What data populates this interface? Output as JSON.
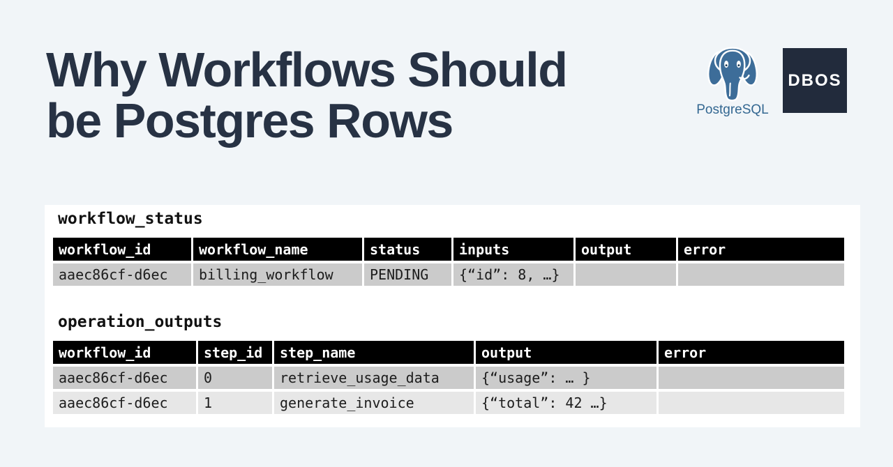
{
  "title": {
    "line1": "Why Workflows Should",
    "line2": "be Postgres Rows"
  },
  "logos": {
    "postgresql": {
      "label": "PostgreSQL",
      "icon": "postgresql-elephant-icon"
    },
    "dbos": {
      "label": "DBOS"
    }
  },
  "tables": [
    {
      "title": "workflow_status",
      "columns": [
        "workflow_id",
        "workflow_name",
        "status",
        "inputs",
        "output",
        "error"
      ],
      "rows": [
        [
          "aaec86cf-d6ec",
          "billing_workflow",
          "PENDING",
          "{“id”: 8, …}",
          "",
          ""
        ]
      ]
    },
    {
      "title": "operation_outputs",
      "columns": [
        "workflow_id",
        "step_id",
        "step_name",
        "output",
        "error"
      ],
      "rows": [
        [
          "aaec86cf-d6ec",
          "0",
          "retrieve_usage_data",
          "{“usage”: … }",
          ""
        ],
        [
          "aaec86cf-d6ec",
          "1",
          "generate_invoice",
          "{“total”: 42 …}",
          ""
        ]
      ]
    }
  ],
  "colors": {
    "page_background": "#f1f5f8",
    "title_text": "#273244",
    "panel_background": "#ffffff",
    "table_header_background": "#000000",
    "table_header_text": "#ffffff",
    "row_dark": "#cbcbcb",
    "row_light": "#e7e7e7",
    "postgres_blue": "#336791",
    "dbos_navy": "#222b3c"
  }
}
